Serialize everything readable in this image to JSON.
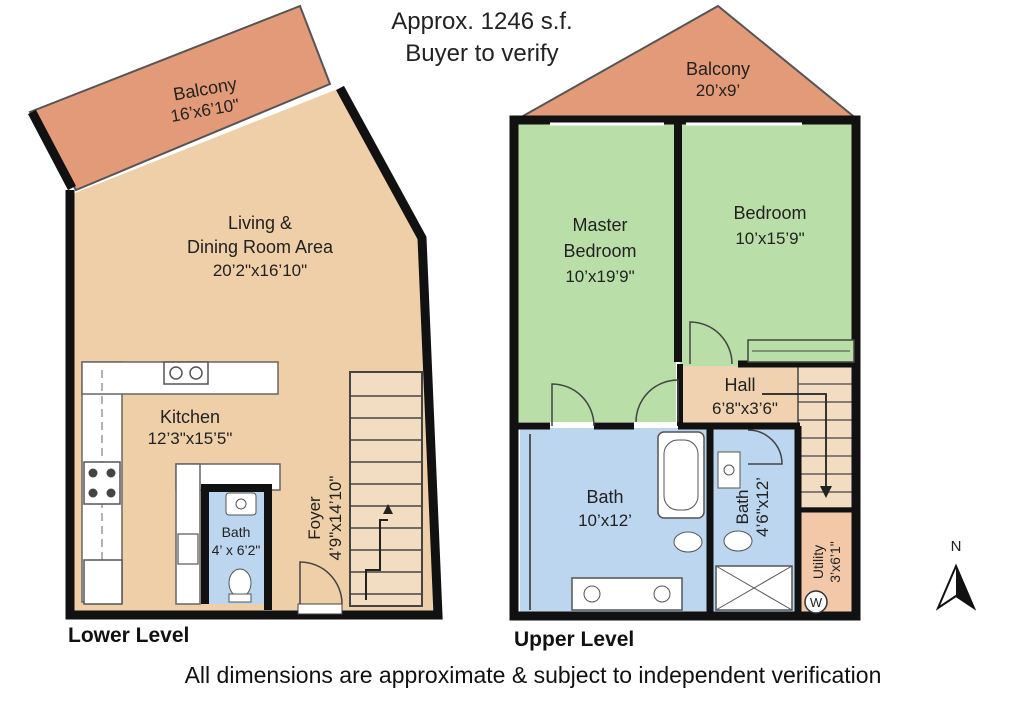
{
  "header": {
    "area": "Approx. 1246 s.f.",
    "verify": "Buyer to verify"
  },
  "lower": {
    "level_label": "Lower Level",
    "balcony": {
      "name": "Balcony",
      "dim": "16’x6’10\""
    },
    "living": {
      "name_line1": "Living &",
      "name_line2": "Dining Room Area",
      "dim": "20’2\"x16’10\""
    },
    "kitchen": {
      "name": "Kitchen",
      "dim": "12’3\"x15’5\""
    },
    "bath": {
      "name": "Bath",
      "dim": "4’ x 6’2\""
    },
    "foyer": {
      "name": "Foyer",
      "dim": "4’9\"x14’10\""
    }
  },
  "upper": {
    "level_label": "Upper Level",
    "balcony": {
      "name": "Balcony",
      "dim": "20’x9’"
    },
    "master": {
      "name_line1": "Master",
      "name_line2": "Bedroom",
      "dim": "10’x19’9\""
    },
    "bedroom": {
      "name": "Bedroom",
      "dim": "10’x15’9\""
    },
    "hall": {
      "name": "Hall",
      "dim": "6’8\"x3’6\""
    },
    "bath_main": {
      "name": "Bath",
      "dim": "10’x12’"
    },
    "bath_ensuite": {
      "name": "Bath",
      "dim": "4’6\"x12’"
    },
    "utility": {
      "name": "Utility",
      "dim": "3’x6’1\"",
      "washer_symbol": "W"
    }
  },
  "compass": {
    "north": "N"
  },
  "footer": {
    "disclaimer": "All dimensions are approximate & subject to independent verification"
  },
  "colors": {
    "wall": "#111111",
    "balcony": "#e29a78",
    "living": "#eecfa8",
    "bedroom": "#b9dea8",
    "bath": "#bcd6ef",
    "hall": "#f0d2b0",
    "stairs": "#f2dcc2"
  }
}
